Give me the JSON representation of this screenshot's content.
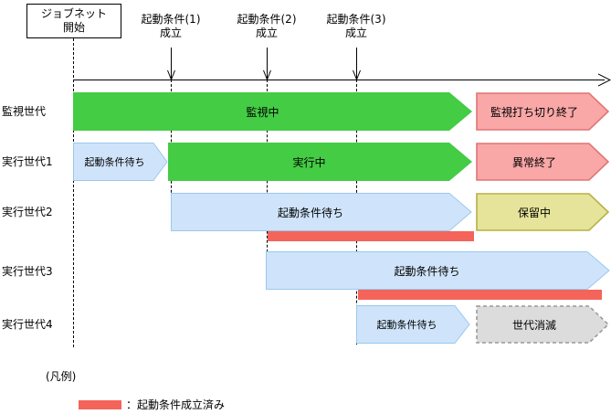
{
  "diagram": {
    "start_box": {
      "line1": "ジョブネット",
      "line2": "開始"
    },
    "conditions": [
      {
        "line1": "起動条件(1)",
        "line2": "成立"
      },
      {
        "line1": "起動条件(2)",
        "line2": "成立"
      },
      {
        "line1": "起動条件(3)",
        "line2": "成立"
      }
    ],
    "rows": [
      {
        "label": "監視世代",
        "bars": [
          {
            "text": "監視中",
            "color": "green",
            "hex": "#44cc44"
          },
          {
            "text": "監視打ち切り終了",
            "color": "pink",
            "hex": "#f9a7a7"
          }
        ]
      },
      {
        "label": "実行世代1",
        "bars": [
          {
            "text": "起動条件待ち",
            "color": "blue",
            "hex": "#cfe4fa"
          },
          {
            "text": "実行中",
            "color": "green",
            "hex": "#44cc44"
          },
          {
            "text": "異常終了",
            "color": "pink",
            "hex": "#f9a7a7"
          }
        ]
      },
      {
        "label": "実行世代2",
        "bars": [
          {
            "text": "起動条件待ち",
            "color": "blue",
            "hex": "#cfe4fa"
          },
          {
            "text": "保留中",
            "color": "khaki",
            "hex": "#e6e49a"
          }
        ]
      },
      {
        "label": "実行世代3",
        "bars": [
          {
            "text": "起動条件待ち",
            "color": "blue",
            "hex": "#cfe4fa"
          }
        ]
      },
      {
        "label": "実行世代4",
        "bars": [
          {
            "text": "起動条件待ち",
            "color": "blue",
            "hex": "#cfe4fa"
          },
          {
            "text": "世代消滅",
            "color": "gray",
            "hex": "#dcdcdc"
          }
        ]
      }
    ],
    "legend": {
      "title": "(凡例)",
      "separator": "：",
      "item_label": "起動条件成立済み",
      "swatch_color": "#f4645a"
    }
  }
}
